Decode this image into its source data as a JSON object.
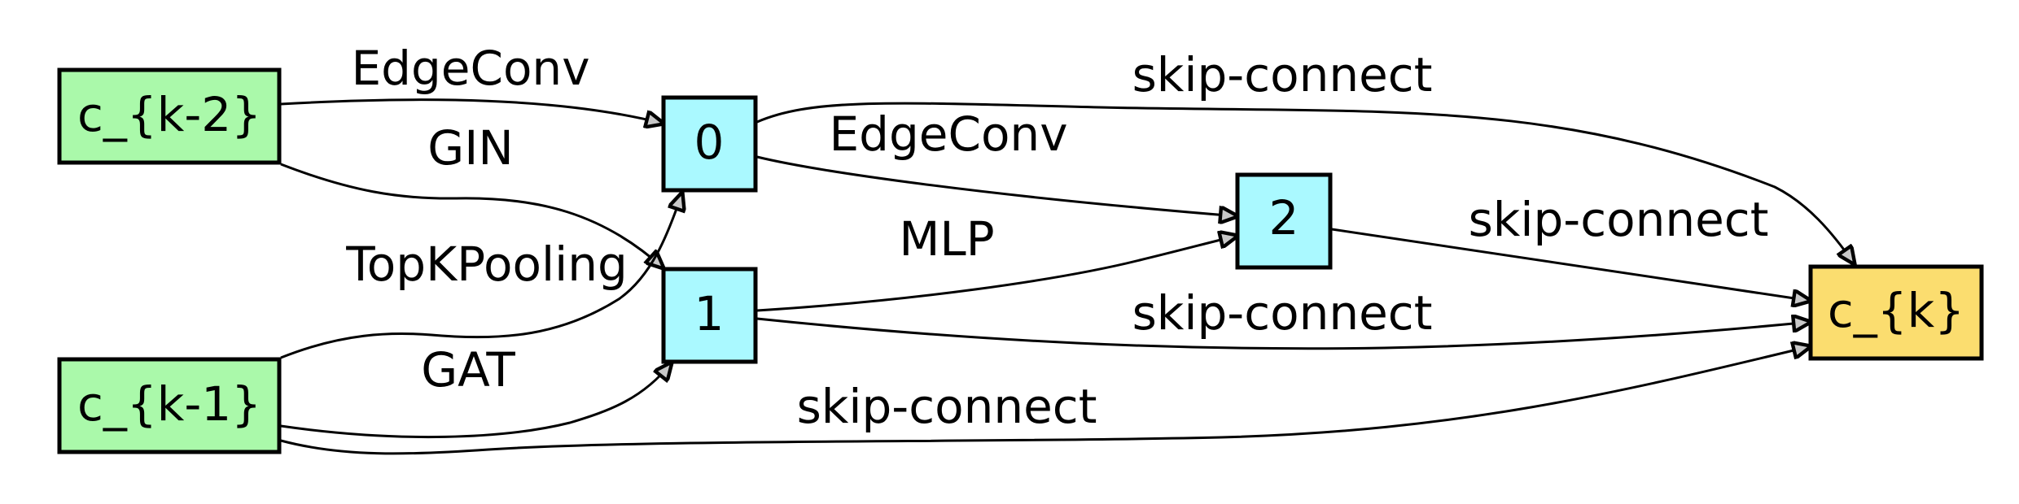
{
  "colors": {
    "input_node": "#aaf9aa",
    "intermediate_node": "#aaf9ff",
    "output_node": "#fbdd6f",
    "arrow_fill": "#c8c8c8"
  },
  "nodes": {
    "ck2": {
      "label": "c_{k-2}",
      "kind": "input"
    },
    "ck1": {
      "label": "c_{k-1}",
      "kind": "input"
    },
    "n0": {
      "label": "0",
      "kind": "intermediate"
    },
    "n1": {
      "label": "1",
      "kind": "intermediate"
    },
    "n2": {
      "label": "2",
      "kind": "intermediate"
    },
    "ck": {
      "label": "c_{k}",
      "kind": "output"
    }
  },
  "edges": [
    {
      "id": "ck2-0",
      "from": "c_{k-2}",
      "to": "0",
      "label": "EdgeConv"
    },
    {
      "id": "ck2-1",
      "from": "c_{k-2}",
      "to": "1",
      "label": "GIN"
    },
    {
      "id": "ck1-0",
      "from": "c_{k-1}",
      "to": "0",
      "label": "TopKPooling"
    },
    {
      "id": "ck1-1",
      "from": "c_{k-1}",
      "to": "1",
      "label": "GAT"
    },
    {
      "id": "0-2",
      "from": "0",
      "to": "2",
      "label": "EdgeConv"
    },
    {
      "id": "1-2",
      "from": "1",
      "to": "2",
      "label": "MLP"
    },
    {
      "id": "0-ck",
      "from": "0",
      "to": "c_{k}",
      "label": "skip-connect"
    },
    {
      "id": "2-ck",
      "from": "2",
      "to": "c_{k}",
      "label": "skip-connect"
    },
    {
      "id": "1-ck",
      "from": "1",
      "to": "c_{k}",
      "label": "skip-connect"
    },
    {
      "id": "ck1-ck",
      "from": "c_{k-1}",
      "to": "c_{k}",
      "label": "skip-connect"
    }
  ]
}
